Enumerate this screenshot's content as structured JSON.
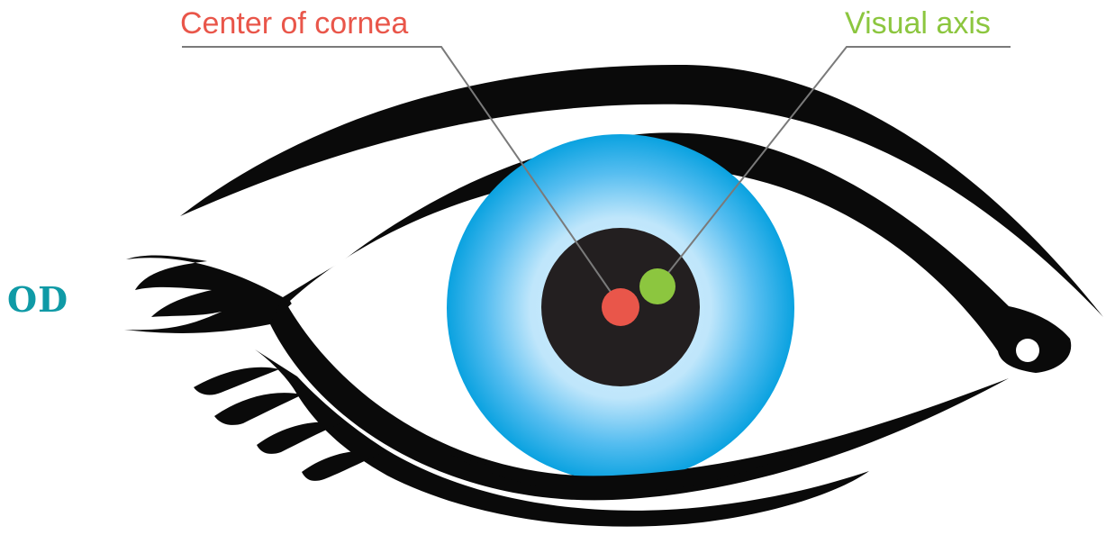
{
  "labels": {
    "center_of_cornea": "Center of cornea",
    "visual_axis": "Visual axis",
    "eye_side": "OD"
  },
  "colors": {
    "center_of_cornea": "#e9564a",
    "visual_axis": "#8cc63f",
    "eye_side": "#0f9aa6",
    "iris_outer": "#0aa2e0",
    "iris_inner": "#d6efff",
    "pupil": "#231f20",
    "outline": "#0a0a0a",
    "leader_line": "#7a7a7a"
  }
}
